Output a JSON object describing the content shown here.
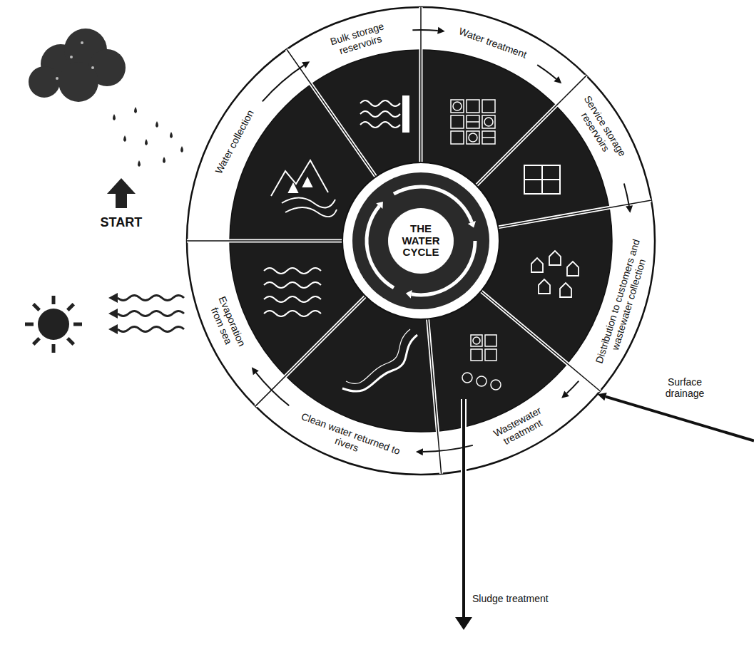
{
  "diagram": {
    "nodes": [
      {
        "text": [
          "THE WATER CYCLE"
        ]
      },
      {
        "text": [
          "Water collection"
        ]
      },
      {
        "text": [
          "Bulk storage reservoirs"
        ]
      },
      {
        "text": [
          "Water treatment"
        ]
      },
      {
        "text": [
          "Service storage reservoirs"
        ]
      },
      {
        "text": [
          "Distribution to customers and wastewater collection"
        ]
      },
      {
        "text": [
          "Wastewater treatment"
        ]
      },
      {
        "text": [
          "Clean water returned to rivers"
        ]
      },
      {
        "text": [
          "Evaporation from sea"
        ]
      }
    ],
    "edges": [
      {
        "from": 1,
        "to": 2,
        "arrow": "to"
      },
      {
        "from": 2,
        "to": 3,
        "arrow": "to"
      },
      {
        "from": 3,
        "to": 4,
        "arrow": "to"
      },
      {
        "from": 4,
        "to": 5,
        "arrow": "to"
      },
      {
        "from": 5,
        "to": 6,
        "arrow": "to"
      },
      {
        "from": 6,
        "to": 7,
        "arrow": "to"
      },
      {
        "from": 7,
        "to": 8,
        "arrow": "to"
      }
    ],
    "labels": [
      "START",
      "Surface drainage",
      "Sludge treatment"
    ]
  }
}
